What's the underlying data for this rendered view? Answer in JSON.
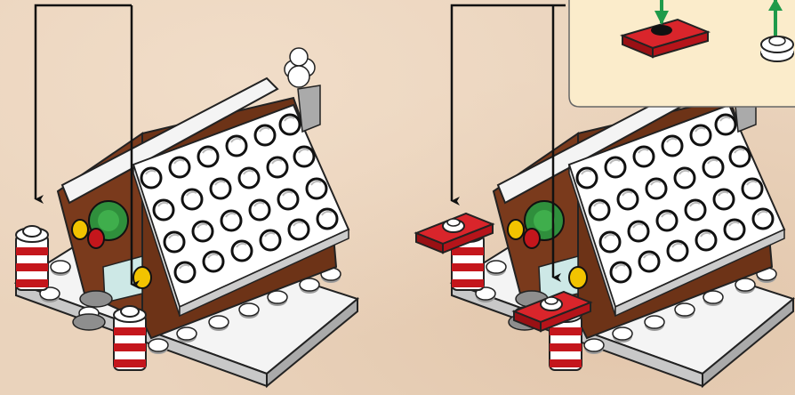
{
  "scene": {
    "kind": "building-instruction-steps",
    "panels": [
      "step-before",
      "step-after"
    ],
    "colors": {
      "background": "#ead3bc",
      "callout_background": "#fbeccb",
      "brick_brown": "#7a3a1c",
      "brick_red": "#c4161c",
      "brick_white": "#ffffff",
      "brick_green": "#2f8f3c",
      "brick_yellow": "#f2c300",
      "brick_grey": "#8e8e8e",
      "trans_clear": "#cde8e6",
      "arrow_green": "#1f9a4a",
      "arrow_black": "#111111"
    },
    "icons": [
      "down-arrow-icon",
      "up-arrow-icon",
      "red-tile-part-icon",
      "round-stud-part-icon"
    ]
  }
}
